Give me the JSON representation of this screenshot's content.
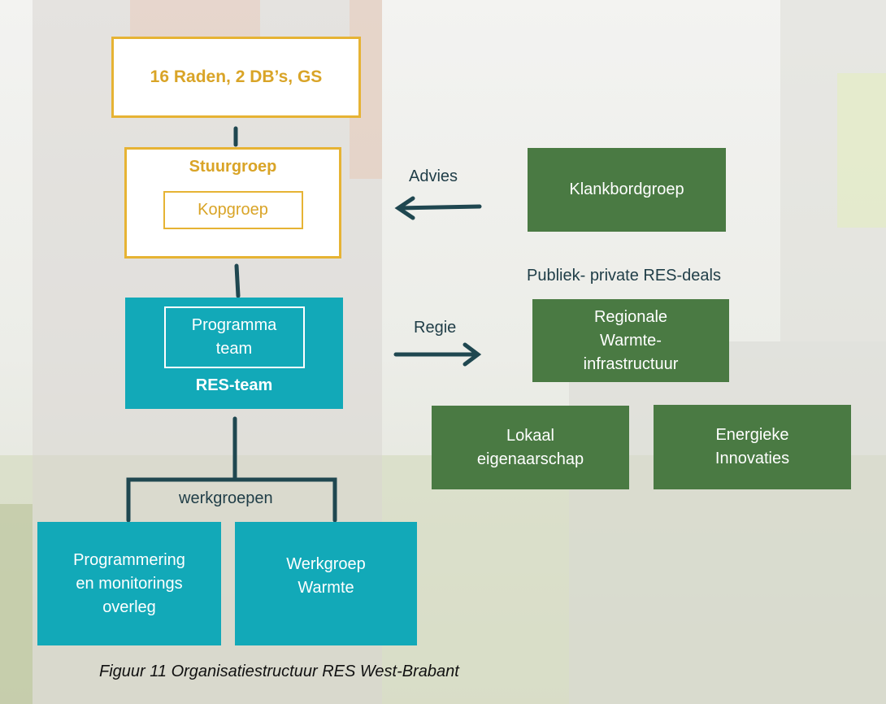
{
  "colors": {
    "gold": "#e6b334",
    "teal": "#12a9b8",
    "green": "#4a7a43",
    "line": "#1f4750"
  },
  "nodes": {
    "raden": "16 Raden, 2 DB’s, GS",
    "stuurgroep": "Stuurgroep",
    "kopgroep": "Kopgroep",
    "programma_team": "Programma\nteam",
    "res_team": "RES-team",
    "klankbordgroep": "Klankbordgroep",
    "regionale_warmte": "Regionale\nWarmte-\ninfrastructuur",
    "lokaal_eigenaarschap": "Lokaal\neigenaarschap",
    "energieke_innovaties": "Energieke\nInnovaties",
    "programmering": "Programmering\nen monitorings\noverleg",
    "werkgroep_warmte": "Werkgroep\nWarmte"
  },
  "labels": {
    "advies": "Advies",
    "regie": "Regie",
    "publiek_private": "Publiek- private RES-deals",
    "werkgroepen": "werkgroepen"
  },
  "caption": "Figuur 11 Organisatiestructuur RES West-Brabant"
}
